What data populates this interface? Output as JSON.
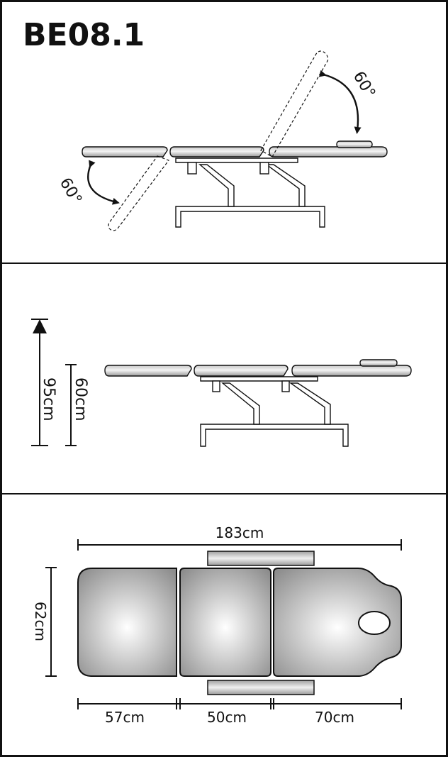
{
  "model": "BE08.1",
  "panel_top": {
    "backrest_angle": "60°",
    "leg_angle": "60°"
  },
  "panel_middle": {
    "total_height": "95cm",
    "bed_height": "60cm"
  },
  "panel_bottom": {
    "total_length": "183cm",
    "width": "62cm",
    "section_leg": "57cm",
    "section_seat": "50cm",
    "section_back": "70cm"
  },
  "colors": {
    "stroke": "#111111",
    "pad_center": "#ffffff",
    "pad_edge": "#8d8d8d",
    "outline": "#111111"
  }
}
